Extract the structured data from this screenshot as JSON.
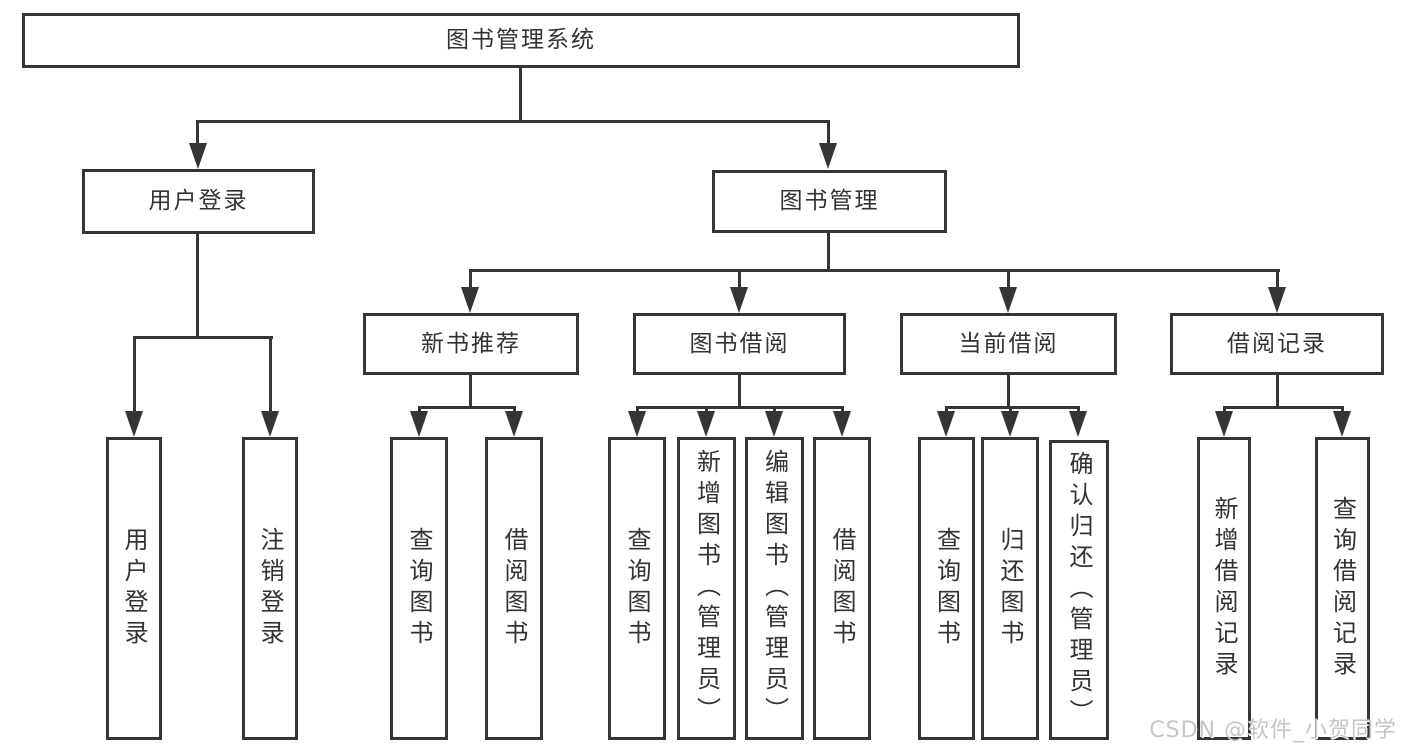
{
  "diagram_title": "图书管理系统",
  "tree": {
    "root": {
      "label": "图书管理系统"
    },
    "children": [
      {
        "label": "用户登录",
        "children": [
          {
            "label": "用户登录"
          },
          {
            "label": "注销登录"
          }
        ]
      },
      {
        "label": "图书管理",
        "children": [
          {
            "label": "新书推荐",
            "children": [
              {
                "label": "查询图书"
              },
              {
                "label": "借阅图书"
              }
            ]
          },
          {
            "label": "图书借阅",
            "children": [
              {
                "label": "查询图书"
              },
              {
                "label": "新增图书（管理员）"
              },
              {
                "label": "编辑图书（管理员）"
              },
              {
                "label": "借阅图书"
              }
            ]
          },
          {
            "label": "当前借阅",
            "children": [
              {
                "label": "查询图书"
              },
              {
                "label": "归还图书"
              },
              {
                "label": "确认归还（管理员）"
              }
            ]
          },
          {
            "label": "借阅记录",
            "children": [
              {
                "label": "新增借阅记录"
              },
              {
                "label": "查询借阅记录"
              }
            ]
          }
        ]
      }
    ]
  },
  "watermark": {
    "text": "CSDN @软件_小贺同学"
  },
  "colors": {
    "line": "#353535",
    "box_border": "#353535",
    "box_bg": "#ffffff",
    "text": "#333333",
    "watermark": "#c6c6c6"
  }
}
